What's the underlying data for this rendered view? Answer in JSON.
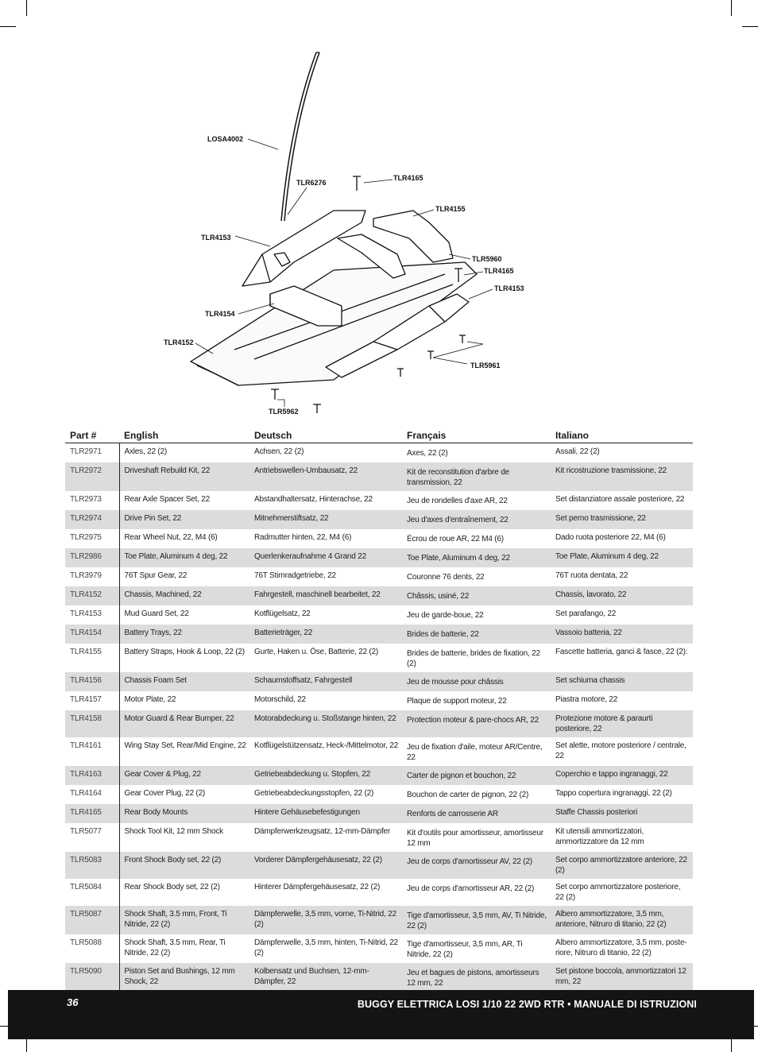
{
  "diagram": {
    "callouts": [
      "LOSA4002",
      "TLR6276",
      "TLR4165",
      "TLR4155",
      "TLR4153",
      "TLR5960",
      "TLR4165",
      "TLR4153",
      "TLR4154",
      "TLR4152",
      "TLR5961",
      "TLR5962"
    ]
  },
  "table": {
    "headers": [
      "Part #",
      "English",
      "Deutsch",
      "Français",
      "Italiano"
    ],
    "rows": [
      [
        "TLR2971",
        "Axles, 22 (2)",
        "Achsen, 22 (2)",
        "Axes, 22 (2)",
        "Assali, 22 (2)"
      ],
      [
        "TLR2972",
        "Driveshaft Rebuild Kit, 22",
        "Antriebswellen-Umbausatz, 22",
        "Kit de reconstitution d'arbre de transmission, 22",
        "Kit ricostruzione trasmissione, 22"
      ],
      [
        "TLR2973",
        "Rear Axle Spacer Set, 22",
        "Abstandhaltersatz, Hinterachse, 22",
        "Jeu de rondelles d'axe AR, 22",
        "Set distanziatore assale posteriore, 22"
      ],
      [
        "TLR2974",
        "Drive Pin Set, 22",
        "Mitnehmerstiftsatz, 22",
        "Jeu d'axes d'entraînement, 22",
        "Set perno trasmissione, 22"
      ],
      [
        "TLR2975",
        "Rear Wheel Nut, 22, M4 (6)",
        "Radmutter hinten, 22, M4 (6)",
        "Écrou de roue AR, 22 M4 (6)",
        "Dado ruota posteriore 22, M4 (6)"
      ],
      [
        "TLR2986",
        "Toe Plate, Aluminum 4 deg, 22",
        "Querlenkeraufnahme 4 Grand 22",
        "Toe Plate, Aluminum 4 deg, 22",
        "Toe Plate, Aluminum 4 deg, 22"
      ],
      [
        "TLR3979",
        "76T Spur Gear, 22",
        "76T Stirnradgetriebe, 22",
        "Couronne 76 dents, 22",
        "76T ruota dentata, 22"
      ],
      [
        "TLR4152",
        "Chassis, Machined, 22",
        "Fahrgestell, maschinell bearbeitet, 22",
        "Châssis, usiné, 22",
        "Chassis, lavorato, 22"
      ],
      [
        "TLR4153",
        "Mud Guard Set, 22",
        "Kotflügelsatz, 22",
        "Jeu de garde-boue, 22",
        "Set parafango, 22"
      ],
      [
        "TLR4154",
        "Battery Trays, 22",
        "Batterieträger, 22",
        "Brides de batterie, 22",
        "Vassoio batteria, 22"
      ],
      [
        "TLR4155",
        "Battery Straps, Hook & Loop, 22 (2)",
        "Gurte, Haken u. Öse, Batterie, 22 (2)",
        "Brides de batterie, brides de fixation, 22 (2)",
        "Fascette batteria, ganci & fasce, 22 (2):"
      ],
      [
        "TLR4156",
        "Chassis Foam Set",
        "Schaumstoffsatz, Fahrgestell",
        "Jeu de mousse pour châssis",
        "Set schiuma chassis"
      ],
      [
        "TLR4157",
        "Motor Plate, 22",
        "Motorschild, 22",
        "Plaque de support moteur, 22",
        "Piastra motore, 22"
      ],
      [
        "TLR4158",
        "Motor Guard & Rear Bumper, 22",
        "Motorabdeckung u. Stoßstange hinten, 22",
        "Protection moteur & pare-chocs AR, 22",
        "Protezione motore & paraurti posteriore, 22"
      ],
      [
        "TLR4161",
        "Wing Stay Set, Rear/Mid Engine, 22",
        "Kotflügelstützensatz, Heck-/Mittelmotor, 22",
        "Jeu de fixation d'aile, moteur AR/Centre, 22",
        "Set alette, motore posteriore / centrale, 22"
      ],
      [
        "TLR4163",
        "Gear Cover & Plug, 22",
        "Getriebeabdeckung u. Stopfen, 22",
        "Carter de pignon et bouchon, 22",
        "Coperchio e tappo ingranaggi, 22"
      ],
      [
        "TLR4164",
        "Gear Cover Plug, 22 (2)",
        "Getriebeabdeckungsstopfen, 22 (2)",
        "Bouchon de carter de pignon, 22 (2)",
        "Tappo copertura ingranaggi, 22 (2)"
      ],
      [
        "TLR4165",
        "Rear Body Mounts",
        "Hintere Gehäusebefestigungen",
        "Renforts de carrosserie AR",
        "Staffe Chassis posteriori"
      ],
      [
        "TLR5077",
        "Shock Tool Kit, 12 mm Shock",
        "Dämpferwerkzeugsatz, 12-mm-Dämpfer",
        "Kit d'outils pour amortisseur, amortisseur 12 mm",
        "Kit utensili ammortizzatori, ammortizzatore da 12 mm"
      ],
      [
        "TLR5083",
        "Front Shock Body set, 22 (2)",
        "Vorderer Dämpfergehäusesatz, 22 (2)",
        "Jeu de corps d'amortisseur AV, 22 (2)",
        "Set corpo ammortizzatore anteriore, 22 (2)"
      ],
      [
        "TLR5084",
        "Rear Shock Body set, 22 (2)",
        "Hinterer Dämpfergehäusesatz, 22 (2)",
        "Jeu de corps d'amortisseur AR, 22 (2)",
        "Set corpo ammortizzatore posteriore, 22 (2)"
      ],
      [
        "TLR5087",
        "Shock Shaft, 3.5 mm, Front, Ti Nitride, 22 (2)",
        "Dämpferwelle, 3,5 mm, vorne, Ti-Nitrid, 22 (2)",
        "Tige d'amortisseur, 3,5 mm, AV, Ti Nitride, 22 (2)",
        "Albero ammortizzatore, 3,5 mm, anteriore, Nitruro di titanio, 22 (2)"
      ],
      [
        "TLR5088",
        "Shock Shaft, 3.5 mm, Rear, Ti Nitride, 22 (2)",
        "Dämpferwelle, 3,5 mm, hinten, Ti-Nitrid, 22 (2)",
        "Tige d'amortisseur, 3,5 mm, AR, Ti Nitride, 22 (2)",
        "Albero ammortizzatore, 3,5 mm, poste-riore, Nitruro di titanio, 22 (2)"
      ],
      [
        "TLR5090",
        "Piston Set and Bushings, 12 mm Shock, 22",
        "Kolbensatz und Buchsen, 12-mm-Dämpfer, 22",
        "Jeu et bagues de pistons, amortisseurs 12 mm, 22",
        "Set pistone boccola, ammortizzatori 12 mm, 22"
      ]
    ]
  },
  "footer": {
    "page_number": "36",
    "title": "BUGGY ELETTRICA LOSI 1/10 22 2WD RTR • MANUALE DI ISTRUZIONI"
  }
}
